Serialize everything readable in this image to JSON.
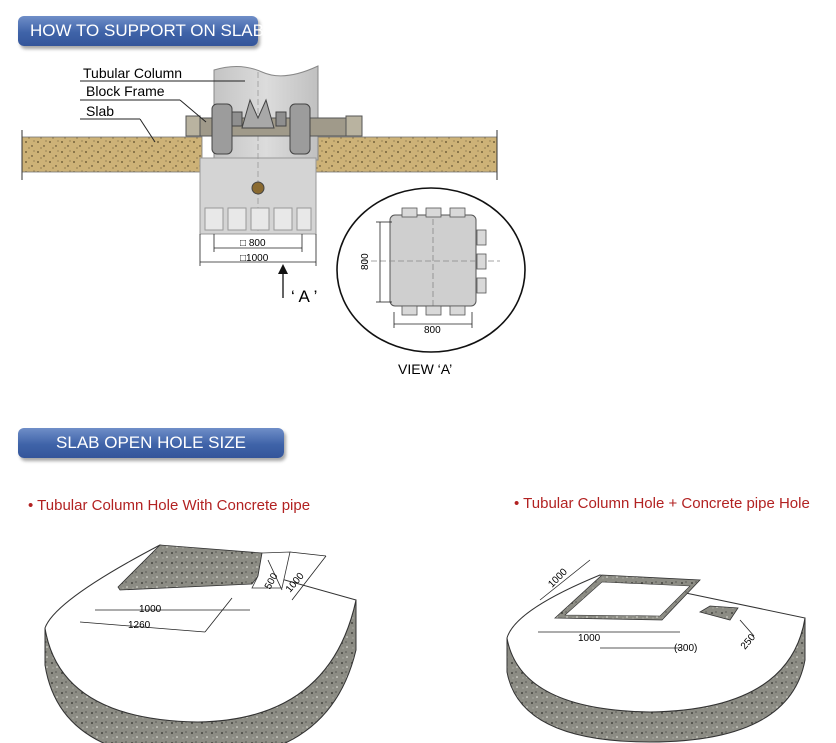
{
  "sections": {
    "support": {
      "title": "HOW TO SUPPORT ON SLAB",
      "labels": {
        "tubular_column": "Tubular Column",
        "block_frame": "Block Frame",
        "slab": "Slab"
      },
      "dims": {
        "inner": "□ 800",
        "outer": "□1000"
      },
      "view_marker": "‘ A ’",
      "view_a": {
        "title": "VIEW ‘A’",
        "height": "800",
        "width": "800"
      }
    },
    "open_hole": {
      "title": "SLAB OPEN HOLE SIZE",
      "left": {
        "caption": "• Tubular Column Hole With Concrete pipe",
        "dims": {
          "d500": "500",
          "d1000_side": "1000",
          "d1000": "1000",
          "d1260": "1260"
        }
      },
      "right": {
        "caption": "• Tubular Column Hole + Concrete pipe Hole",
        "dims": {
          "d1000_top": "1000",
          "d1000": "1000",
          "d300": "(300)",
          "d250": "250"
        }
      }
    }
  },
  "colors": {
    "header_bg": "#3f63a8",
    "caption_red": "#b22222",
    "slab_fill": "#cdb277",
    "concrete": "#8a8a80"
  }
}
